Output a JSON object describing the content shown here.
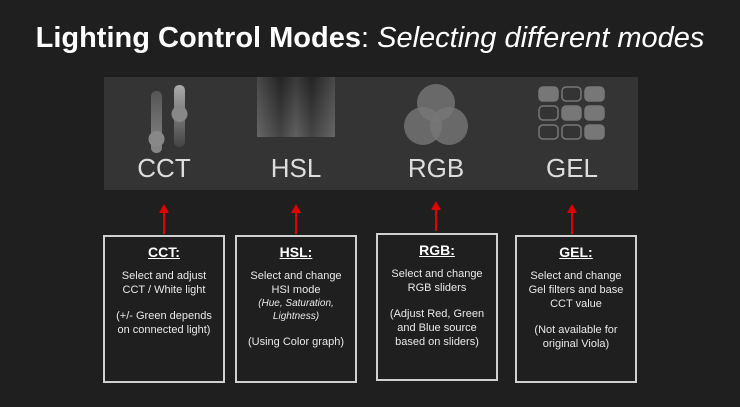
{
  "title": {
    "bold": "Lighting Control Modes",
    "sep": ": ",
    "italic": "Selecting different modes"
  },
  "modes": [
    {
      "label": "CCT",
      "icon": "sliders-icon"
    },
    {
      "label": "HSL",
      "icon": "gradient-icon"
    },
    {
      "label": "RGB",
      "icon": "color-circles-icon"
    },
    {
      "label": "GEL",
      "icon": "gel-grid-icon"
    }
  ],
  "boxes": [
    {
      "heading": "CCT:",
      "line1": "Select and adjust",
      "line2": "CCT / White light",
      "note1": "(+/- Green depends",
      "note2": "on connected light)"
    },
    {
      "heading": "HSL:",
      "line1": "Select and change",
      "line2": "HSI mode",
      "sub1": "(Hue, Saturation,",
      "sub2": "Lightness)",
      "note1": "(Using Color graph)"
    },
    {
      "heading": "RGB:",
      "line1": "Select and change",
      "line2": "RGB sliders",
      "note1": "(Adjust Red, Green",
      "note2": "and Blue source",
      "note3": "based on sliders)"
    },
    {
      "heading": "GEL:",
      "line1": "Select and change",
      "line2": "Gel filters and base",
      "line3": "CCT value",
      "note1": "(Not available for",
      "note2": "original Viola)"
    }
  ],
  "colors": {
    "arrow": "#e00000",
    "panel": "#343434",
    "background": "#1f1f1f"
  }
}
